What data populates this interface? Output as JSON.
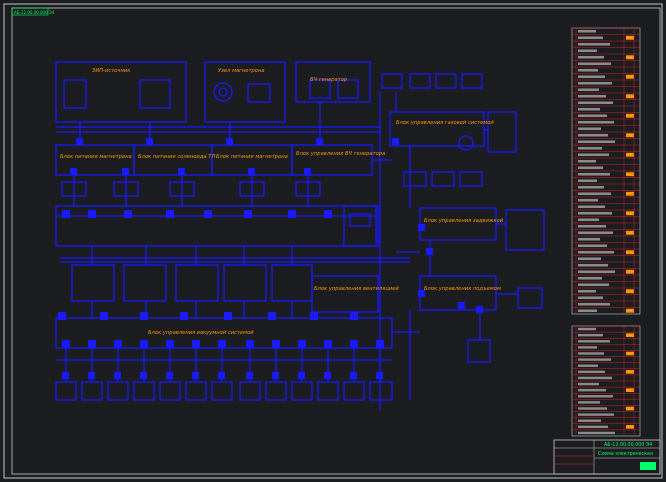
{
  "colors": {
    "background": "#1b1d20",
    "frame": "#c8c8c8",
    "wire": "#1a1aff",
    "label": "#ff9900",
    "table_line": "#ff2020",
    "stamp_text": "#00ff66"
  },
  "stamp_corner": "АБ-12.00.00.000 Э4",
  "blocks": {
    "source": "ЗИП-источник",
    "magnetron_node": "Узел магнетрона",
    "hf_generator": "ВЧ генератор",
    "psu_magnetron_1": "Блок питания магнетрона",
    "psu_solenoid": "Блок питания соленоида ТЛ",
    "psu_magnetron_2": "Блок питания магнетрона",
    "hf_control": "Блок управления ВЧ генератора",
    "vacuum_control": "Блок управления вакуумной системой",
    "gas_control": "Блок управления газовой системой",
    "valve_control": "Блок управления задвижкой",
    "lift_control": "Блок управления подъемом",
    "fan_control": "Блок управления вентиляцией"
  },
  "title_block": {
    "code": "АБ-12.00.00.000 Э4",
    "name": "Схема электрическая"
  }
}
